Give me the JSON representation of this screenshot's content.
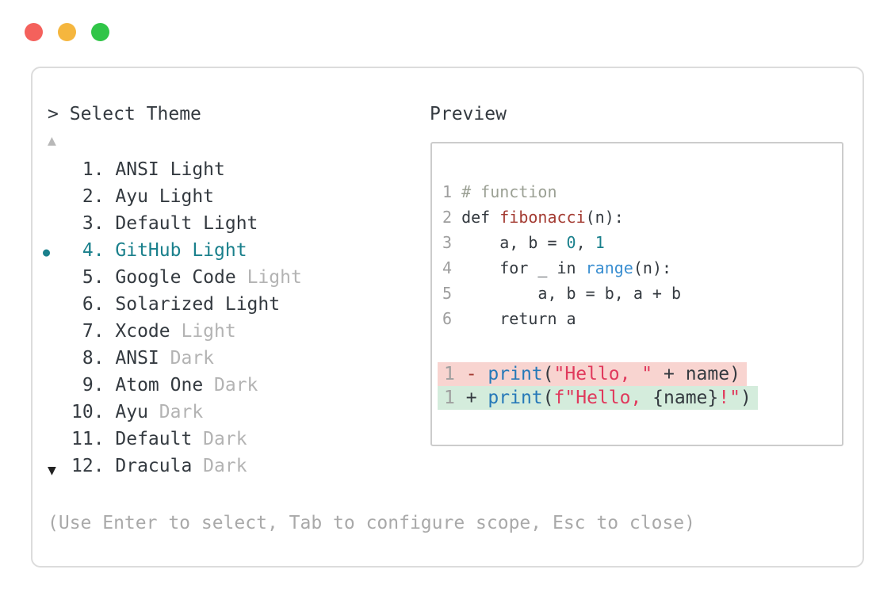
{
  "window": {
    "controls": [
      {
        "name": "close-button",
        "color": "#f4615c"
      },
      {
        "name": "minimize-button",
        "color": "#f5b63e"
      },
      {
        "name": "zoom-button",
        "color": "#30c548"
      }
    ]
  },
  "prompt": {
    "caret": ">",
    "title": "Select Theme"
  },
  "theme_list": {
    "up_arrow": "▲",
    "down_arrow": "▼",
    "selected_indicator": "●",
    "items": [
      {
        "number": " 1.",
        "main": "ANSI Light",
        "dim": "",
        "selected": false
      },
      {
        "number": " 2.",
        "main": "Ayu Light",
        "dim": "",
        "selected": false
      },
      {
        "number": " 3.",
        "main": "Default Light",
        "dim": "",
        "selected": false
      },
      {
        "number": " 4.",
        "main": "GitHub Light",
        "dim": "",
        "selected": true
      },
      {
        "number": " 5.",
        "main": "Google Code",
        "dim": "Light",
        "selected": false
      },
      {
        "number": " 6.",
        "main": "Solarized Light",
        "dim": "",
        "selected": false
      },
      {
        "number": " 7.",
        "main": "Xcode",
        "dim": "Light",
        "selected": false
      },
      {
        "number": " 8.",
        "main": "ANSI",
        "dim": "Dark",
        "selected": false
      },
      {
        "number": " 9.",
        "main": "Atom One",
        "dim": "Dark",
        "selected": false
      },
      {
        "number": "10.",
        "main": "Ayu",
        "dim": "Dark",
        "selected": false
      },
      {
        "number": "11.",
        "main": "Default",
        "dim": "Dark",
        "selected": false
      },
      {
        "number": "12.",
        "main": "Dracula",
        "dim": "Dark",
        "selected": false
      }
    ]
  },
  "preview": {
    "label": "Preview",
    "code_lines": [
      {
        "n": "1",
        "tokens": [
          [
            "comment",
            "# function"
          ]
        ]
      },
      {
        "n": "2",
        "tokens": [
          [
            "text",
            "def "
          ],
          [
            "func",
            "fibonacci"
          ],
          [
            "text",
            "(n):"
          ]
        ]
      },
      {
        "n": "3",
        "tokens": [
          [
            "text",
            "    a, b = "
          ],
          [
            "num",
            "0"
          ],
          [
            "text",
            ", "
          ],
          [
            "num",
            "1"
          ]
        ]
      },
      {
        "n": "4",
        "tokens": [
          [
            "text",
            "    for _ in "
          ],
          [
            "builtin",
            "range"
          ],
          [
            "text",
            "(n):"
          ]
        ]
      },
      {
        "n": "5",
        "tokens": [
          [
            "text",
            "        a, b = b, a + b"
          ]
        ]
      },
      {
        "n": "6",
        "tokens": [
          [
            "text",
            "    return a"
          ]
        ]
      }
    ],
    "diff_lines": [
      {
        "n": "1",
        "kind": "removed",
        "tokens": [
          [
            "minus",
            "- "
          ],
          [
            "call",
            "print"
          ],
          [
            "text",
            "("
          ],
          [
            "string",
            "\"Hello, \""
          ],
          [
            "text",
            " + name)"
          ]
        ]
      },
      {
        "n": "1",
        "kind": "added",
        "tokens": [
          [
            "plus",
            "+ "
          ],
          [
            "call",
            "print"
          ],
          [
            "text",
            "("
          ],
          [
            "string",
            "f\"Hello, "
          ],
          [
            "text",
            "{name}"
          ],
          [
            "string",
            "!\""
          ],
          [
            "text",
            ")"
          ]
        ]
      }
    ]
  },
  "footer": {
    "hint": "(Use Enter to select, Tab to configure scope, Esc to close)"
  },
  "colors": {
    "accent": "#1a808c",
    "dark": "#343a40",
    "dim": "#b3b3b3",
    "hint": "#a9a9a9",
    "lnum": "#9e9e9e",
    "comment": "#9ba094",
    "func": "#a43c33",
    "num": "#1a808c",
    "builtin": "#3b8fd1",
    "call": "#2679b8",
    "string": "#e0395c",
    "minus": "#a43c33",
    "plus": "#343a40",
    "removed_bg": "#f8d4d0",
    "added_bg": "#d4ecdc",
    "panel_border": "#dcdcdc",
    "box_border": "#cccccc",
    "up_arrow": "#b8b8b8",
    "down_arrow": "#222222"
  }
}
